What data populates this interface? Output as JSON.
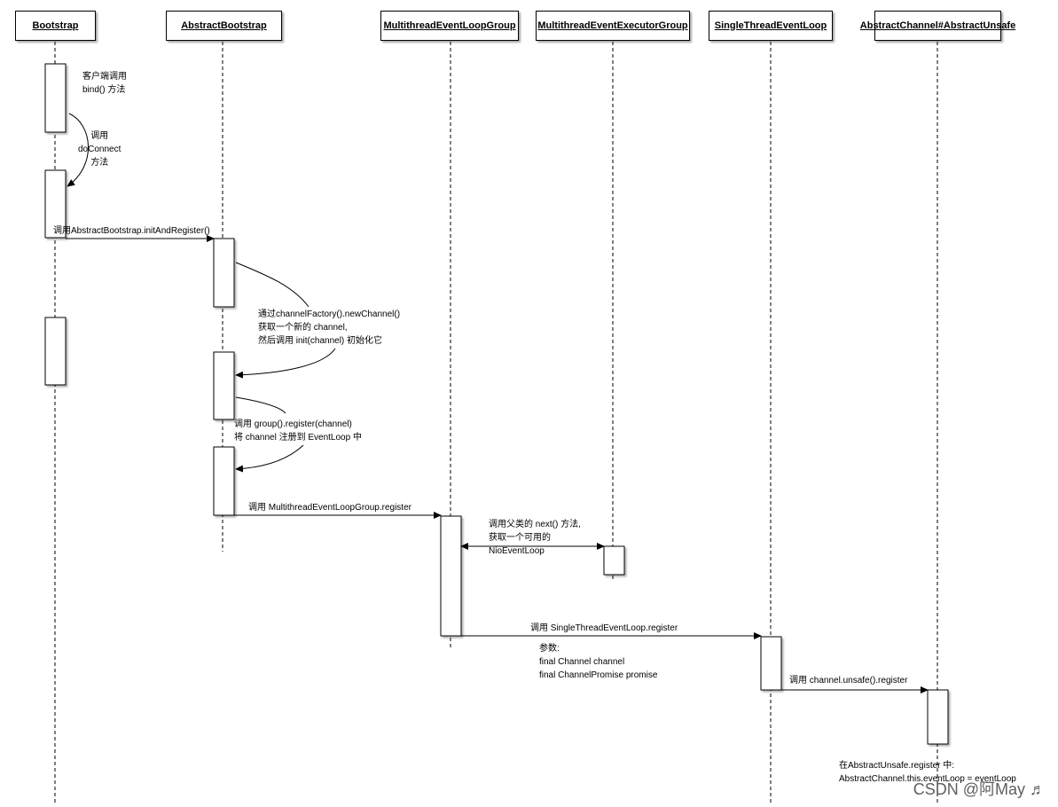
{
  "participants": [
    {
      "id": "bootstrap",
      "name": "Bootstrap"
    },
    {
      "id": "abstract-bootstrap",
      "name": "AbstractBootstrap"
    },
    {
      "id": "mt-event-loop-group",
      "name": "MultithreadEventLoopGroup"
    },
    {
      "id": "mt-event-executor-group",
      "name": "MultithreadEventExecutorGroup"
    },
    {
      "id": "single-thread-event-loop",
      "name": "SingleThreadEventLoop"
    },
    {
      "id": "abstract-channel-unsafe",
      "name": "AbstractChannel#AbstractUnsafe"
    }
  ],
  "notes": {
    "client_bind": [
      "客户端调用",
      "bind() 方法"
    ],
    "do_connect": [
      "调用",
      "doConnect",
      "方法"
    ],
    "init_and_register": [
      "调用AbstractBootstrap.initAndRegister()"
    ],
    "new_channel": [
      "通过channelFactory().newChannel()",
      "获取一个新的 channel,",
      "然后调用 init(channel) 初始化它"
    ],
    "group_register": [
      "调用 group().register(channel)",
      "将 channel 注册到 EventLoop 中"
    ],
    "mt_register": [
      "调用 MultithreadEventLoopGroup.register"
    ],
    "next": [
      "调用父类的 next() 方法,",
      "获取一个可用的",
      "NioEventLoop"
    ],
    "st_register": [
      "调用 SingleThreadEventLoop.register"
    ],
    "params": [
      "参数:",
      "final Channel channel",
      "final ChannelPromise promise"
    ],
    "unsafe_register": [
      "调用 channel.unsafe().register"
    ],
    "final_note": [
      "在AbstractUnsafe.register 中:",
      "AbstractChannel.this.eventLoop = eventLoop"
    ]
  },
  "watermark": "CSDN @阿May ♬"
}
